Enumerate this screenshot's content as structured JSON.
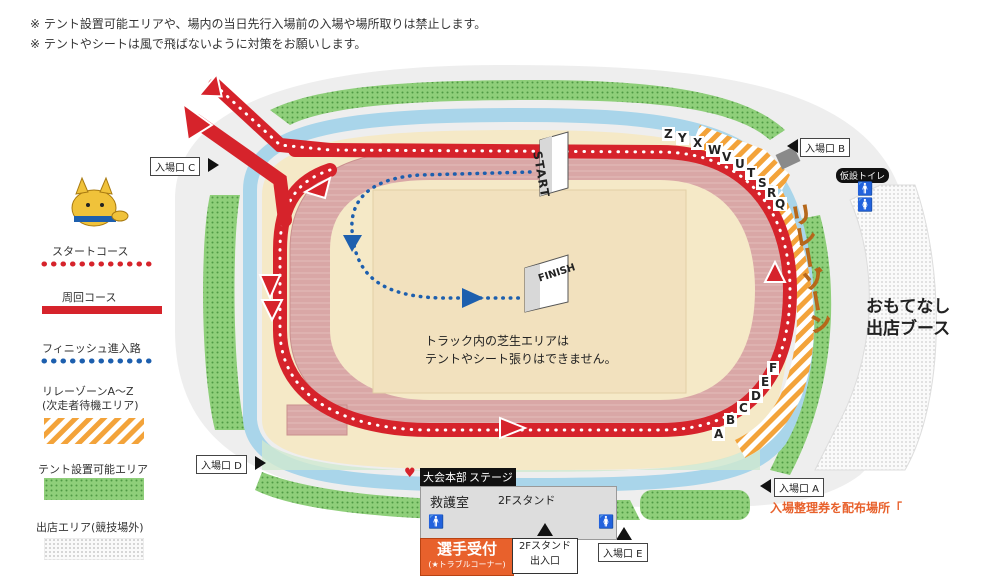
{
  "notes": [
    "※ テント設置可能エリアや、場内の当日先行入場前の入場や場所取りは禁止します。",
    "※ テントやシートは風で飛ばないように対策をお願いします。"
  ],
  "legend": {
    "start_course": "スタートコース",
    "loop_course": "周回コース",
    "finish_route": "フィニッシュ進入路",
    "relay_zone_line1": "リレーゾーンA～Z",
    "relay_zone_line2": "(次走者待機エリア)",
    "tent_area": "テント設置可能エリア",
    "shop_area": "出店エリア(競技場外)"
  },
  "gates": {
    "a": "入場口 A",
    "b": "入場口 B",
    "c": "入場口 C",
    "d": "入場口 D",
    "e": "入場口 E"
  },
  "map": {
    "start_sign": "START",
    "finish_sign": "FINISH",
    "infield_note_line1": "トラック内の芝生エリアは",
    "infield_note_line2": "テントやシート張りはできません。",
    "relay_zone_title": "リレーゾーン",
    "omotenashi_line1": "おもてなし",
    "omotenashi_line2": "出店ブース",
    "temp_toilet": "仮設トイレ",
    "ticket_place": "入場整理券を配布場所「",
    "hq": "大会本部",
    "stage": "ステージ",
    "first_aid": "救護室",
    "stand_2f": "2Fスタンド",
    "stand_2f_entrance_line1": "2Fスタンド",
    "stand_2f_entrance_line2": "出入口",
    "reception": "選手受付",
    "trouble_corner": "(★トラブルコーナー)"
  },
  "relay_letters_top": [
    "Z",
    "Y",
    "X",
    "W",
    "V",
    "U",
    "T",
    "S",
    "R",
    "Q"
  ],
  "relay_letters_bottom": [
    "A",
    "B",
    "C",
    "D",
    "E",
    "F"
  ],
  "colors": {
    "course_red": "#d6232b",
    "finish_blue": "#1d5fae",
    "relay_orange": "#f3a33a",
    "tent_green": "#8fcf7a",
    "track_pink": "#d9a7a6",
    "infield_cream": "#f5e9c7",
    "river_blue": "#a9d5ea",
    "reception_orange": "#e8612c"
  }
}
